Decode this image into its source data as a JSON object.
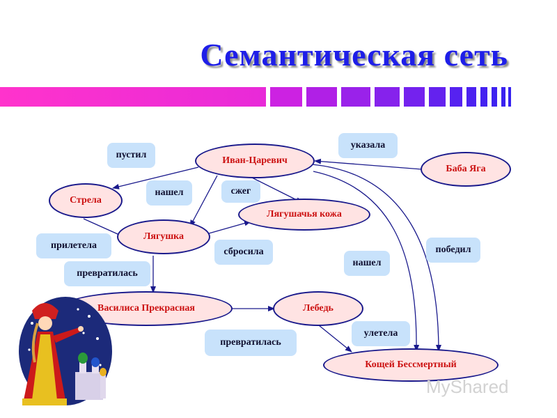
{
  "slide": {
    "title": "Семантическая сеть",
    "title_color": "#1e1ee8",
    "stripe_colors": [
      "#ff33cc",
      "#dd22e0",
      "#b520e8",
      "#8c22ee",
      "#6a22ee",
      "#4a22f0"
    ]
  },
  "nodes": {
    "ivan": "Иван-Царевич",
    "baba_yaga": "Баба Яга",
    "strela": "Стрела",
    "lyagushachya_kozha": "Лягушачья кожа",
    "lyagushka": "Лягушка",
    "vasilisa": "Василиса Прекрасная",
    "lebed": "Лебедь",
    "koschei": "Кощей Бессмертный"
  },
  "relations": {
    "pustil": "пустил",
    "ukazala": "указала",
    "nashel_1": "нашел",
    "szheg": "сжег",
    "priletela": "прилетела",
    "sbrosila": "сбросила",
    "pobedil": "победил",
    "nashel_2": "нашел",
    "prevratilas_1": "превратилась",
    "uletela": "улетела",
    "prevratilas_2": "превратилась"
  },
  "watermark": "MyShared",
  "colors": {
    "node_fill": "#ffe3e3",
    "node_text": "#cc1111",
    "node_border": "#1a1a8c",
    "label_fill": "#c8e2fb"
  }
}
